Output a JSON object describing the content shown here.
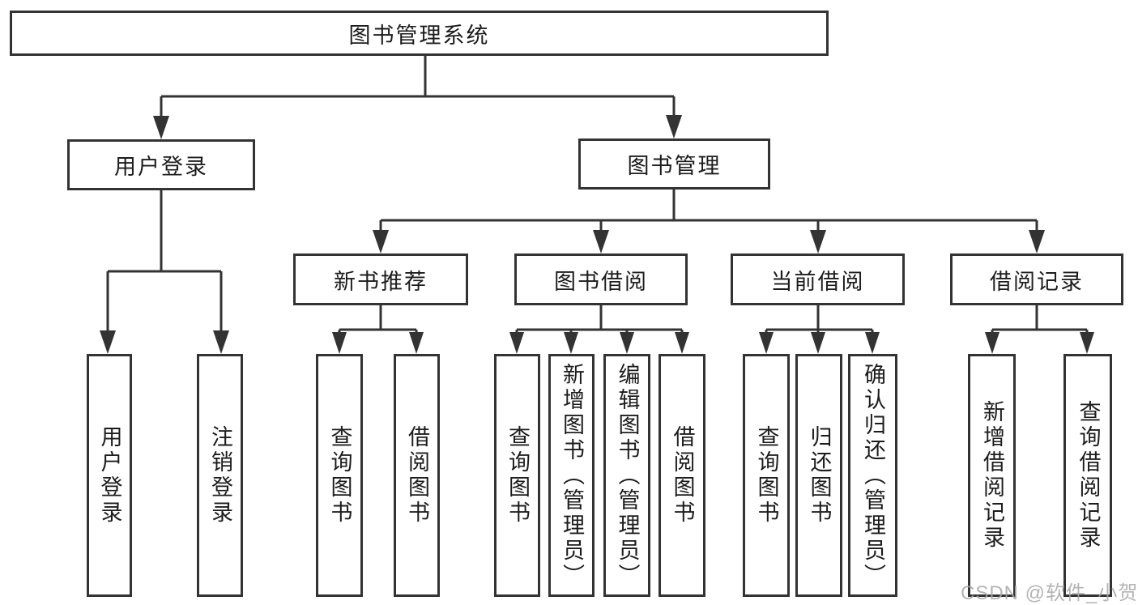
{
  "diagram": {
    "nodes": {
      "root": "图书管理系统",
      "level2": [
        "用户登录",
        "图书管理"
      ],
      "level3": [
        "新书推荐",
        "图书借阅",
        "当前借阅",
        "借阅记录"
      ],
      "leaves": [
        "用户登录",
        "注销登录",
        "查询图书",
        "借阅图书",
        "查询图书",
        "新增图书（管理员）",
        "编辑图书（管理员）",
        "借阅图书",
        "查询图书",
        "归还图书",
        "确认归还（管理员）",
        "新增借阅记录",
        "查询借阅记录"
      ]
    },
    "structure": {
      "root_children": [
        "用户登录",
        "图书管理"
      ],
      "用户登录_children": [
        "用户登录",
        "注销登录"
      ],
      "图书管理_children": [
        "新书推荐",
        "图书借阅",
        "当前借阅",
        "借阅记录"
      ],
      "新书推荐_children": [
        "查询图书",
        "借阅图书"
      ],
      "图书借阅_children": [
        "查询图书",
        "新增图书（管理员）",
        "编辑图书（管理员）",
        "借阅图书"
      ],
      "当前借阅_children": [
        "查询图书",
        "归还图书",
        "确认归还（管理员）"
      ],
      "借阅记录_children": [
        "新增借阅记录",
        "查询借阅记录"
      ]
    },
    "colors": {
      "line": "#333333",
      "text": "#1c1c1c",
      "box_background": "#ffffff",
      "watermark": "#a8a8a8",
      "background": "#ffffff"
    },
    "watermark": "CSDN @软件_小贺同学"
  }
}
